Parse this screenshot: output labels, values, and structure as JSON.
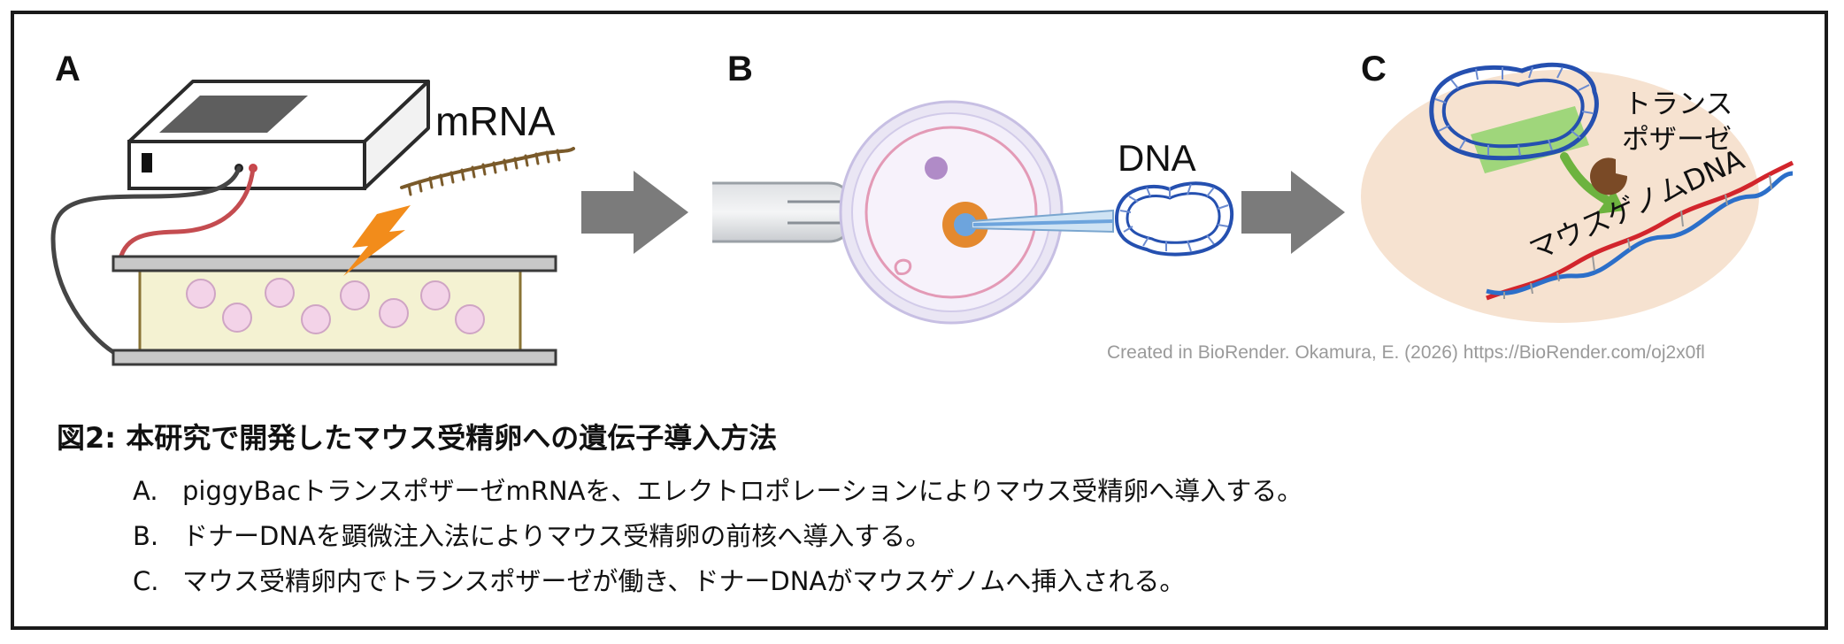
{
  "panels": {
    "a": {
      "letter": "A",
      "mrna_label": "mRNA"
    },
    "b": {
      "letter": "B",
      "dna_label": "DNA"
    },
    "c": {
      "letter": "C",
      "transposase_label_line1": "トランス",
      "transposase_label_line2": "ポザーゼ",
      "genome_label": "マウスゲノムDNA"
    }
  },
  "credit": "Created in BioRender. Okamura, E. (2026) https://BioRender.com/oj2x0fl",
  "caption": {
    "title": "図2: 本研究で開発したマウス受精卵への遺伝子導入方法",
    "steps": [
      {
        "key": "A.",
        "text": "piggyBacトランスポザーゼmRNAを、エレクトロポレーションによりマウス受精卵へ導入する。"
      },
      {
        "key": "B.",
        "text": "ドナーDNAを顕微注入法によりマウス受精卵の前核へ導入する。"
      },
      {
        "key": "C.",
        "text": "マウス受精卵内でトランスポザーゼが働き、ドナーDNAがマウスゲノムへ挿入される。"
      }
    ]
  },
  "colors": {
    "arrow": "#7b7b7b",
    "chamber_fill": "#f4f2d2",
    "cell_pink": "#f3d3e8",
    "bolt": "#f28c1b",
    "dna_blue": "#2550b0",
    "dna_red": "#d2252c",
    "oval_fill": "#f6e2d0",
    "transposon_green": "#9fd67b"
  },
  "icons": [
    "electroporator-icon",
    "lightning-bolt-icon",
    "mrna-strand-icon",
    "holding-pipette-icon",
    "zygote-icon",
    "injection-needle-icon",
    "plasmid-dna-icon",
    "transposase-enzyme-icon",
    "genome-dna-helix-icon",
    "process-arrow-icon"
  ]
}
